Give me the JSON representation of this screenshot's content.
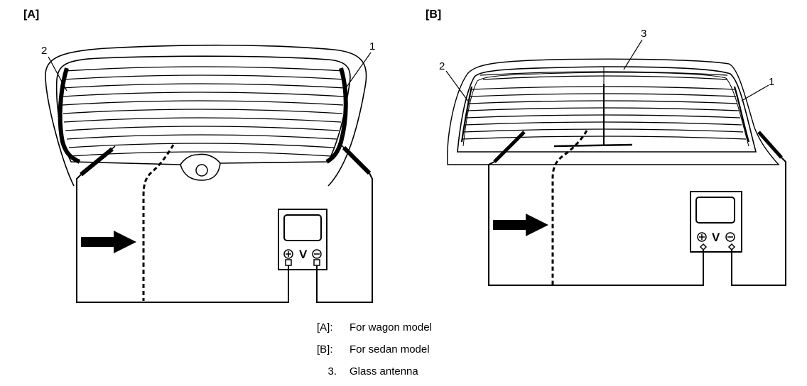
{
  "panels": {
    "a_label": "[A]",
    "b_label": "[B]"
  },
  "callouts": {
    "a_left": "2",
    "a_right": "1",
    "b_left": "2",
    "b_right": "1",
    "b_top": "3"
  },
  "meter": {
    "symbol": "V"
  },
  "legend": [
    {
      "key": "[A]:",
      "text": "For wagon model"
    },
    {
      "key": "[B]:",
      "text": "For sedan model"
    },
    {
      "key": "3.",
      "text": "Glass antenna"
    }
  ]
}
